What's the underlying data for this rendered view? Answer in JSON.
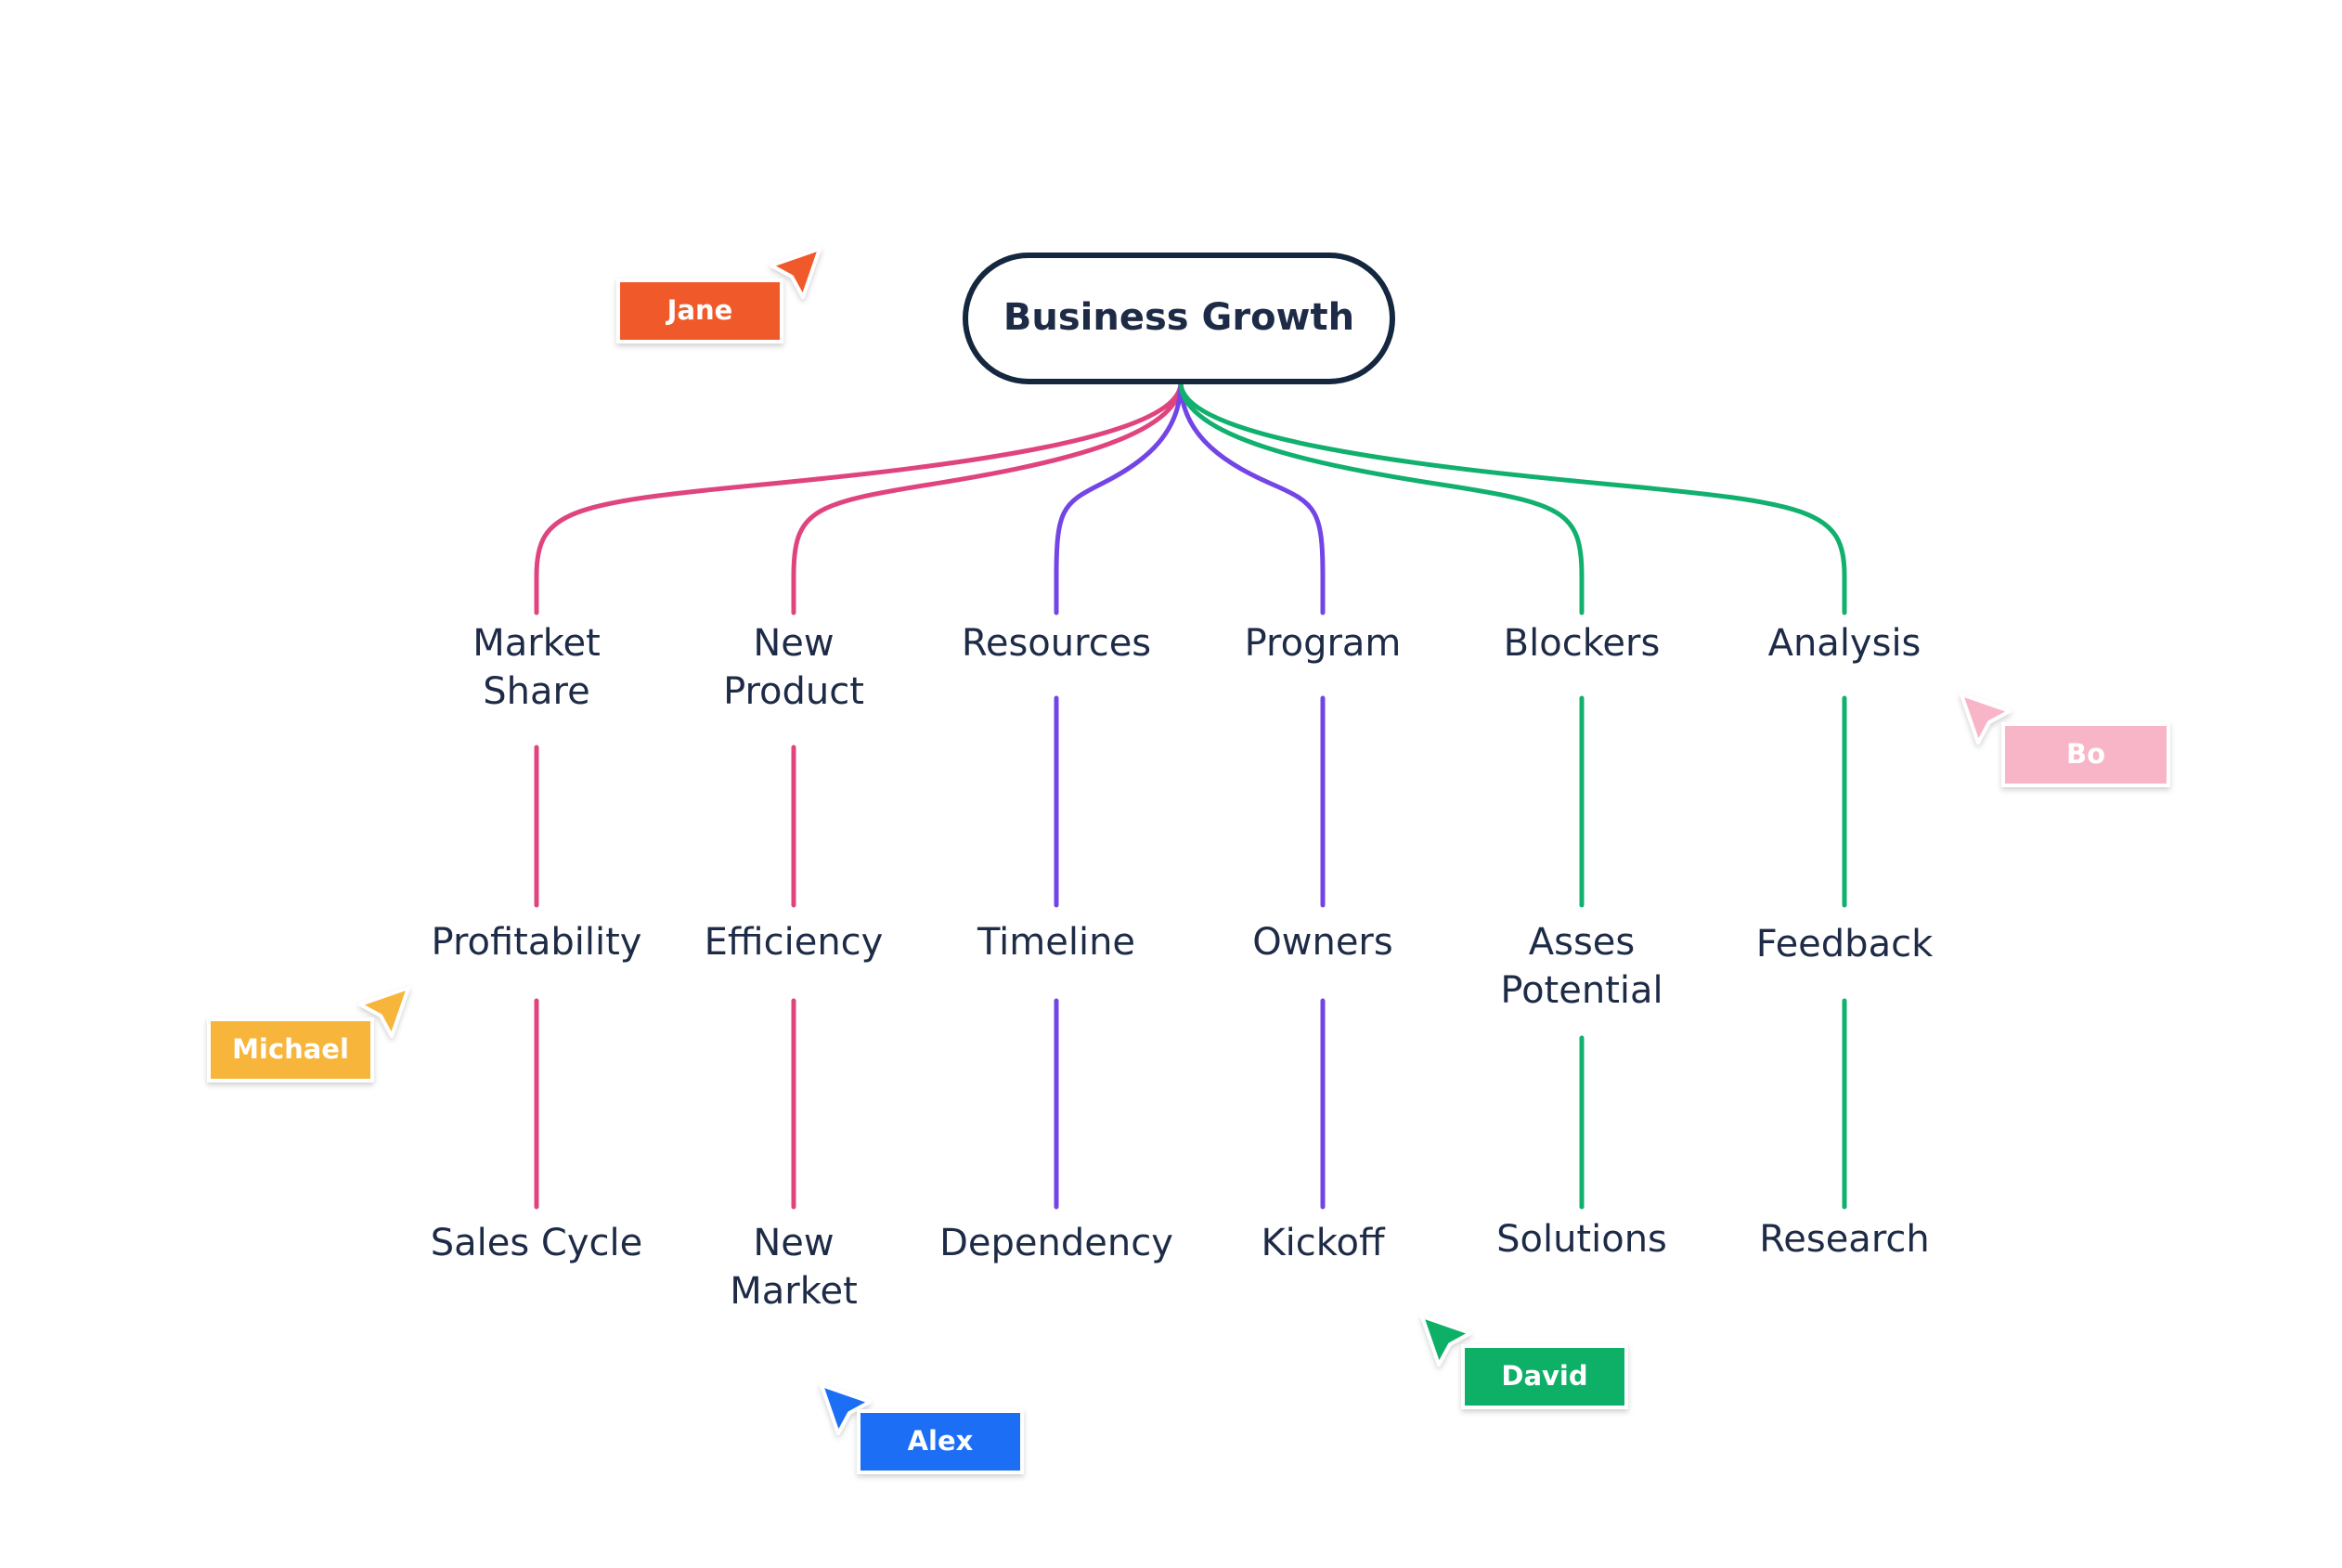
{
  "root": {
    "label": "Business Growth"
  },
  "branches": [
    {
      "color": "#e0447f",
      "nodes": [
        [
          "Market",
          "Share"
        ],
        [
          "Profitability"
        ],
        [
          "Sales Cycle"
        ]
      ]
    },
    {
      "color": "#e0447f",
      "nodes": [
        [
          "New",
          "Product"
        ],
        [
          "Efficiency"
        ],
        [
          "New",
          "Market"
        ]
      ]
    },
    {
      "color": "#7445e6",
      "nodes": [
        [
          "Resources"
        ],
        [
          "Timeline"
        ],
        [
          "Dependency"
        ]
      ]
    },
    {
      "color": "#7445e6",
      "nodes": [
        [
          "Program"
        ],
        [
          "Owners"
        ],
        [
          "Kickoff"
        ]
      ]
    },
    {
      "color": "#11b06e",
      "nodes": [
        [
          "Blockers"
        ],
        [
          "Asses",
          "Potential"
        ],
        [
          "Solutions"
        ]
      ]
    },
    {
      "color": "#11b06e",
      "nodes": [
        [
          "Analysis"
        ],
        [
          "Feedback"
        ],
        [
          "Research"
        ]
      ]
    }
  ],
  "cursors": [
    {
      "name": "Jane",
      "color": "#f05a2a",
      "icon": "cursor-arrow-icon"
    },
    {
      "name": "Bo",
      "color": "#f9b5c8",
      "icon": "cursor-arrow-icon"
    },
    {
      "name": "Michael",
      "color": "#f7b53b",
      "icon": "cursor-arrow-icon"
    },
    {
      "name": "Alex",
      "color": "#1a6ef5",
      "icon": "cursor-arrow-icon"
    },
    {
      "name": "David",
      "color": "#0bb066",
      "icon": "cursor-arrow-icon"
    }
  ],
  "colors": {
    "text": "#1e2b47",
    "root_border": "#14273f",
    "background": "#ffffff"
  }
}
